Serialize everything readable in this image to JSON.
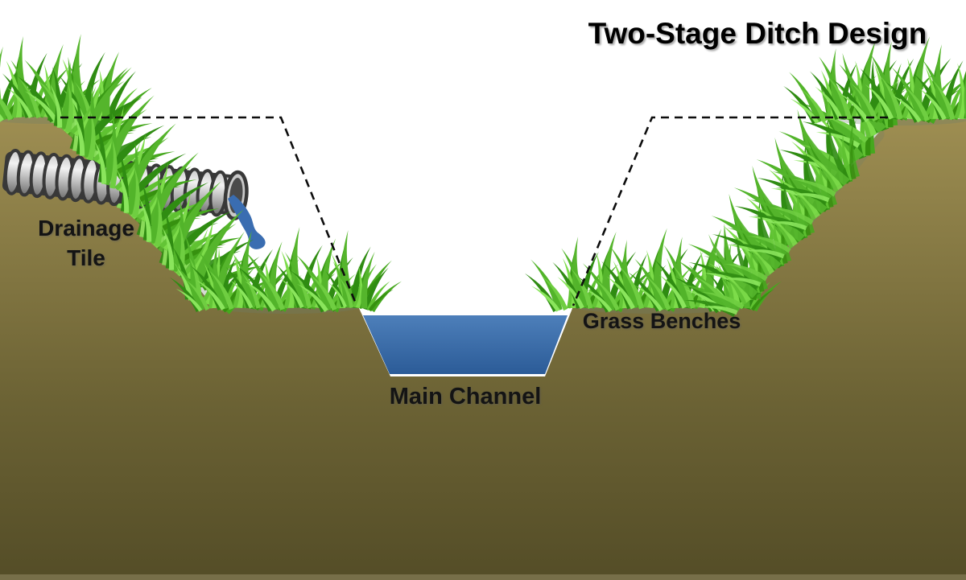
{
  "title": "Two-Stage Ditch Design",
  "labels": {
    "drainage_tile_line1": "Drainage",
    "drainage_tile_line2": "Tile",
    "grass_benches": "Grass Benches",
    "main_channel": "Main Channel"
  },
  "colors": {
    "background": "#ffffff",
    "soil_top": "#9e8e52",
    "soil_mid": "#6b6234",
    "soil_bottom": "#544d27",
    "soil_bottom_strip": "#7e7650",
    "water_top": "#4d7fba",
    "water_bottom": "#2b5b97",
    "tile_water": "#3a6db1",
    "tile_water_outline": "#26508e",
    "grass_dark": "#2f8c12",
    "grass_mid": "#4aa91f",
    "grass_light": "#7ddc4a",
    "pipe_highlight": "#f2f2f2",
    "pipe_shade": "#6f6f6f",
    "pipe_outline": "#383838",
    "dashed_line": "#0d0d0d",
    "label_text": "#141414",
    "title_text": "#000000"
  },
  "icons": {
    "drainage_pipe": "corrugated-pipe-icon",
    "water_trickle": "water-drip-icon",
    "grass": "grass-tuft-icon",
    "original_ditch_outline": "dashed-outline-icon"
  }
}
